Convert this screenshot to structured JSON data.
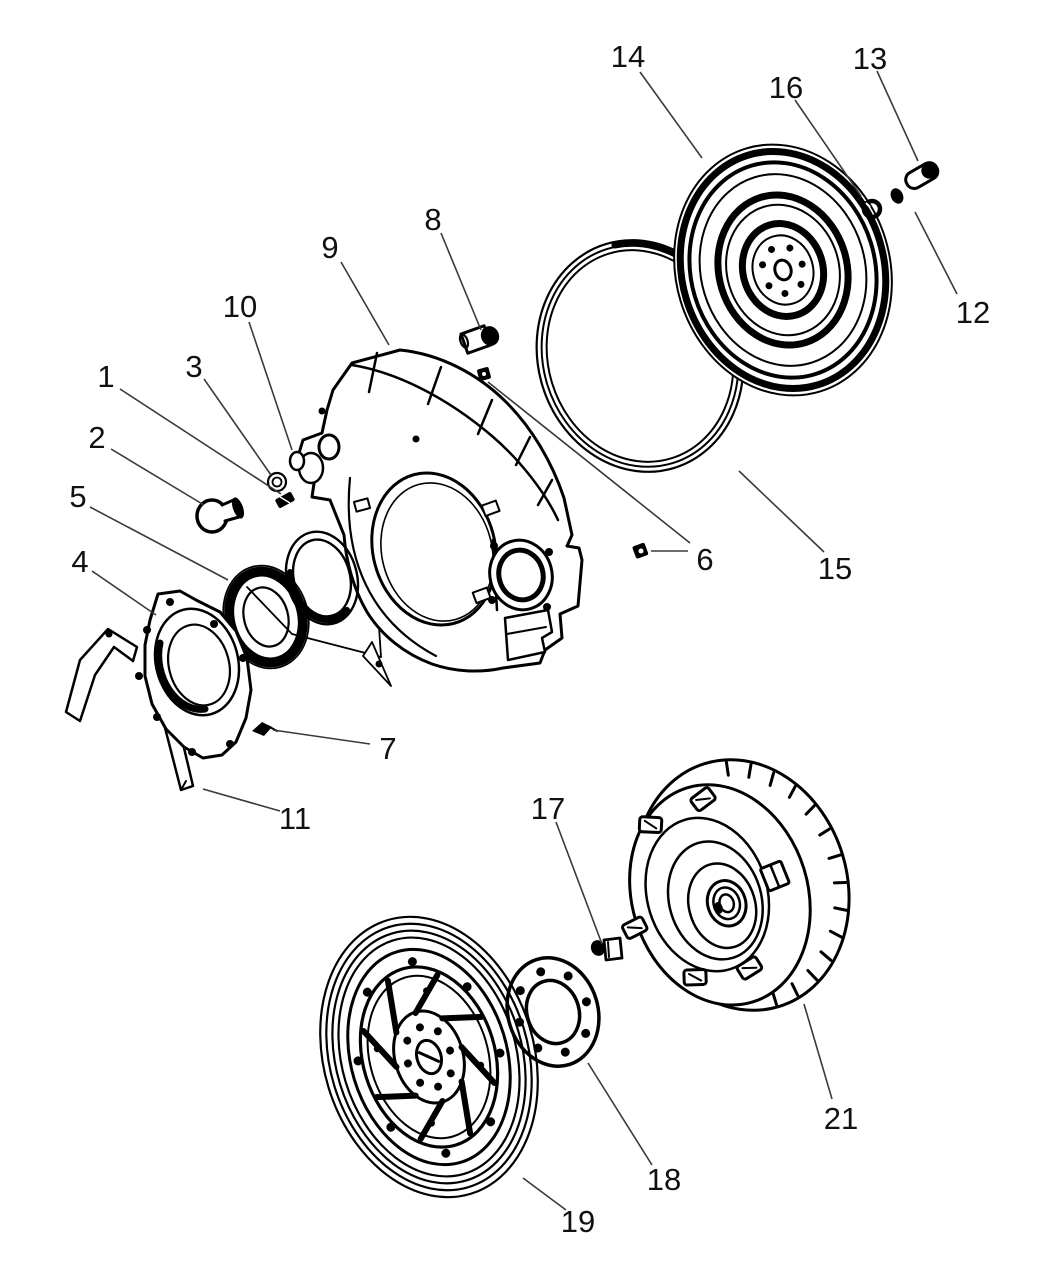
{
  "colors": {
    "background": "#ffffff",
    "line": "#000000",
    "label": "#111111"
  },
  "callouts": {
    "c1": {
      "number": "1"
    },
    "c2": {
      "number": "2"
    },
    "c3": {
      "number": "3"
    },
    "c4": {
      "number": "4"
    },
    "c5": {
      "number": "5"
    },
    "c6": {
      "number": "6"
    },
    "c7": {
      "number": "7"
    },
    "c8": {
      "number": "8"
    },
    "c9": {
      "number": "9"
    },
    "c10": {
      "number": "10"
    },
    "c11": {
      "number": "11"
    },
    "c12": {
      "number": "12"
    },
    "c13": {
      "number": "13"
    },
    "c14": {
      "number": "14"
    },
    "c15": {
      "number": "15"
    },
    "c16": {
      "number": "16"
    },
    "c17": {
      "number": "17"
    },
    "c18": {
      "number": "18"
    },
    "c19": {
      "number": "19"
    },
    "c21": {
      "number": "21"
    }
  }
}
